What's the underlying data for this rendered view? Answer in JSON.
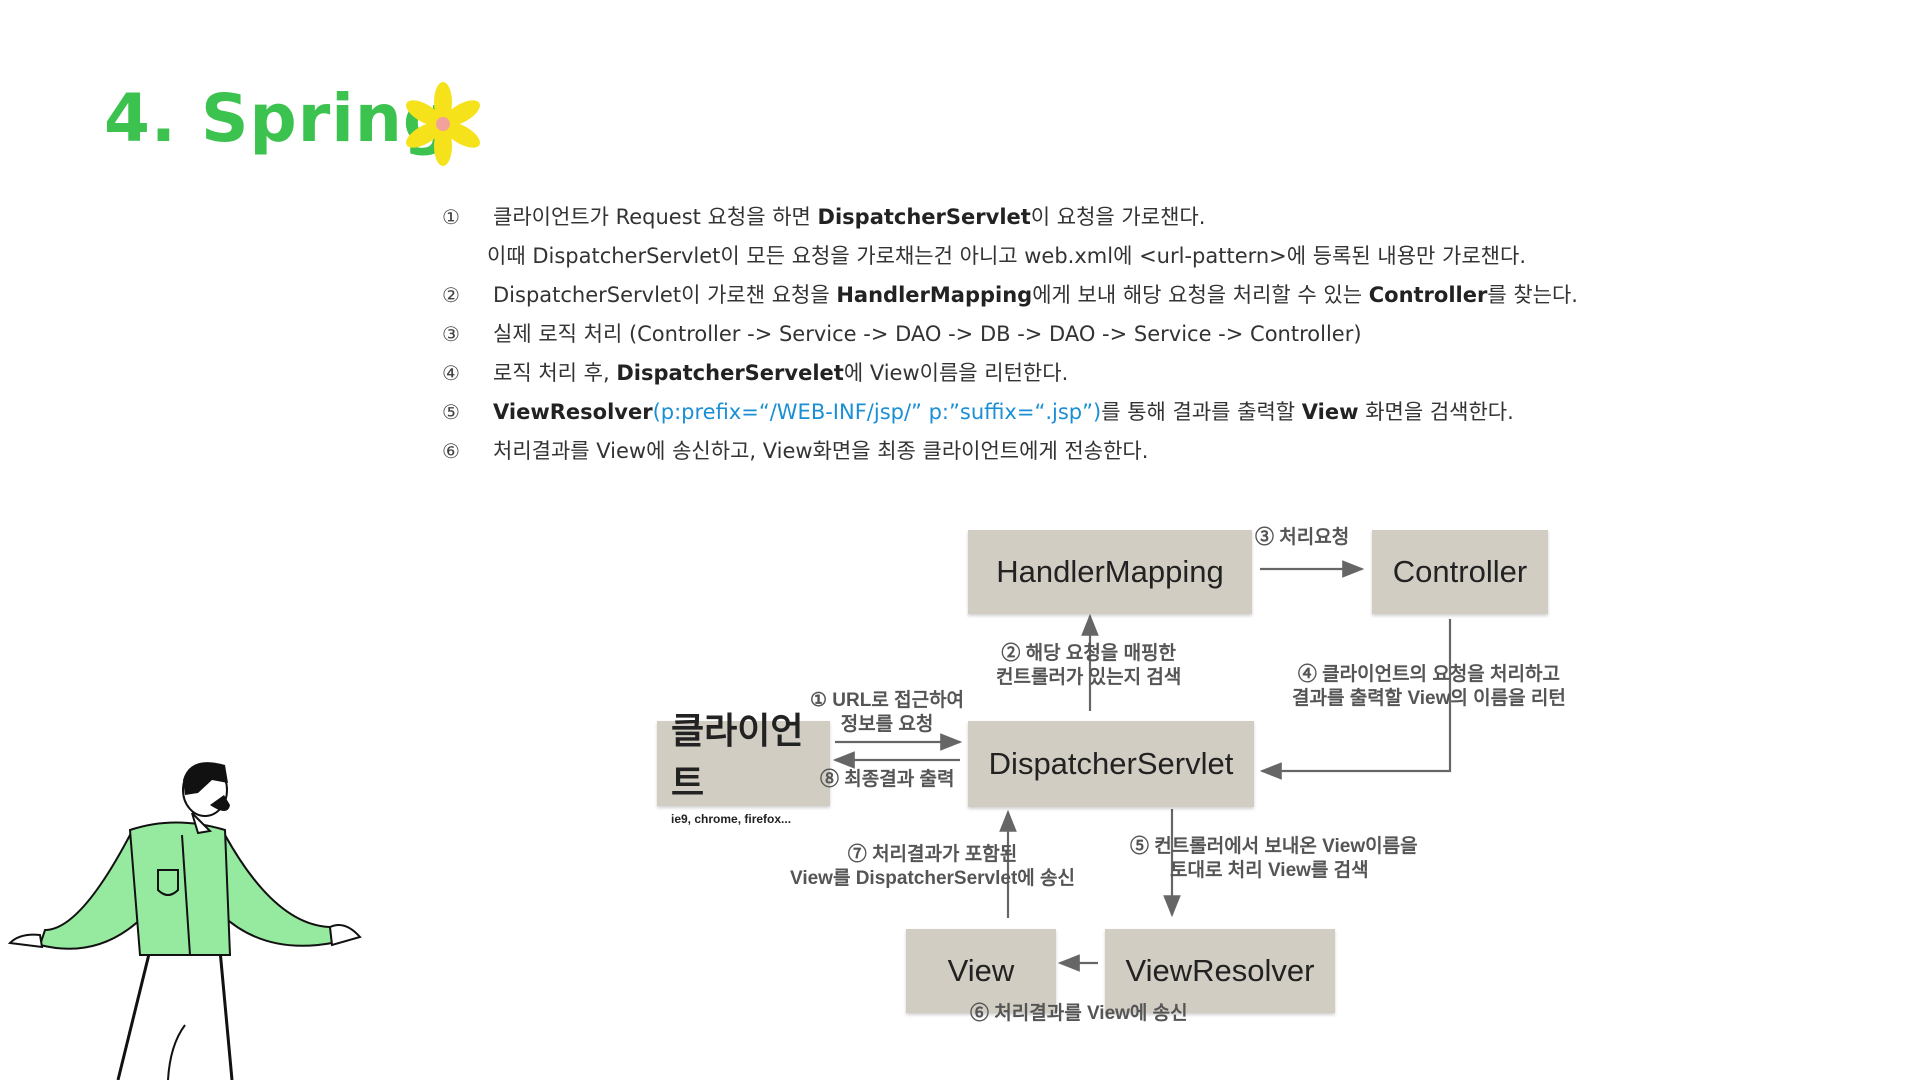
{
  "slide": {
    "title": "4. Spring"
  },
  "steps": [
    {
      "num": "①",
      "segments": [
        {
          "t": "클라이언트가 Request 요청을 하면 "
        },
        {
          "t": "DispatcherServlet",
          "style": "bold"
        },
        {
          "t": "이 요청을 가로챈다."
        }
      ]
    },
    {
      "num": "",
      "indent": true,
      "segments": [
        {
          "t": "이때 DispatcherServlet이 모든 요청을 가로채는건 아니고 web.xml에 <url-pattern>에 등록된 내용만 가로챈다."
        }
      ]
    },
    {
      "num": "②",
      "segments": [
        {
          "t": "DispatcherServlet이 가로챈 요청을 "
        },
        {
          "t": "HandlerMapping",
          "style": "bold"
        },
        {
          "t": "에게 보내 해당 요청을 처리할 수 있는 "
        },
        {
          "t": "Controller",
          "style": "bold"
        },
        {
          "t": "를 찾는다."
        }
      ]
    },
    {
      "num": "③",
      "segments": [
        {
          "t": "실제 로직 처리 (Controller -> Service -> DAO -> DB -> DAO -> Service -> Controller)"
        }
      ]
    },
    {
      "num": "④",
      "segments": [
        {
          "t": "로직 처리 후, "
        },
        {
          "t": "DispatcherServelet",
          "style": "bold"
        },
        {
          "t": "에 View이름을 리턴한다."
        }
      ]
    },
    {
      "num": "⑤",
      "segments": [
        {
          "t": "ViewResolver",
          "style": "bold"
        },
        {
          "t": "(p:prefix=“/WEB-INF/jsp/” p:”suffix=“.jsp”)",
          "style": "code"
        },
        {
          "t": "를 통해 결과를 출력할 "
        },
        {
          "t": "View",
          "style": "bold"
        },
        {
          "t": " 화면을 검색한다."
        }
      ]
    },
    {
      "num": "⑥",
      "segments": [
        {
          "t": "처리결과를 View에 송신하고, View화면을 최종 클라이언트에게 전송한다."
        }
      ]
    }
  ],
  "diagram": {
    "boxes": {
      "handler_mapping": "HandlerMapping",
      "controller": "Controller",
      "client": "클라이언트",
      "client_sub": "ie9, chrome, firefox...",
      "dispatcher": "DispatcherServlet",
      "view": "View",
      "view_resolver": "ViewResolver"
    },
    "labels": {
      "l3": "③ 처리요청",
      "l2a": "② 해당 요청을 매핑한",
      "l2b": "컨트롤러가 있는지 검색",
      "l4a": "④ 클라이언트의 요청을 처리하고",
      "l4b": "결과를 출력할 View의 이름을 리턴",
      "l1a": "① URL로 접근하여",
      "l1b": "정보를 요청",
      "l8": "⑧ 최종결과 출력",
      "l7a": "⑦ 처리결과가 포함된",
      "l7b": "View를 DispatcherServlet에 송신",
      "l5a": "⑤ 컨트롤러에서 보내온 View이름을",
      "l5b": "토대로 처리 View를 검색",
      "l6": "⑥ 처리결과를 View에 송신"
    }
  },
  "colors": {
    "title": "#3cc24f",
    "flower": "#f5e21b",
    "flower_center": "#f2a29b",
    "box": "#d2cdc3",
    "code": "#1a8fd6",
    "shirt": "#96eaa0"
  }
}
